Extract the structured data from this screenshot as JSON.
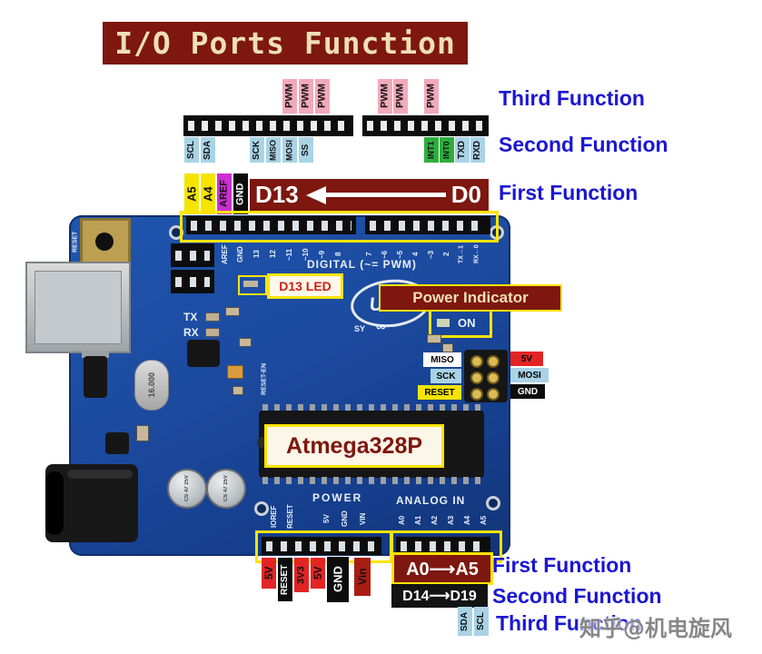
{
  "title": "I/O Ports Function",
  "legend": {
    "third_top": "Third Function",
    "second_top": "Second Function",
    "first_top": "First Function",
    "first_bottom": "First Function",
    "second_bottom": "Second Function",
    "third_bottom": "Third Function"
  },
  "top": {
    "pwm": [
      "PWM",
      "PWM",
      "PWM",
      "PWM",
      "PWM",
      "PWM"
    ],
    "scl": "SCL",
    "sda": "SDA",
    "spi": [
      "SCK",
      "MISO",
      "MOSI",
      "SS"
    ],
    "int": [
      "INT1",
      "INT0"
    ],
    "serial": [
      "TXD",
      "RXD"
    ],
    "alias": [
      "A5",
      "A4"
    ],
    "aref": "AREF",
    "gnd": "GND",
    "d_from": "D13",
    "d_to": "D0"
  },
  "board": {
    "reset_silk": "RESET",
    "digital_left": [
      "AREF",
      "GND",
      "13",
      "12",
      "~11",
      "~10",
      "~9",
      "8"
    ],
    "digital_right": [
      "7",
      "~6",
      "~5",
      "4",
      "~3",
      "2",
      "TX→1",
      "RX←0"
    ],
    "digital_title": "DIGITAL (~= PWM)",
    "d13_led": "D13 LED",
    "tx": "TX",
    "rx": "RX",
    "uno": "UNO",
    "sy": "SY",
    "infinity": "∞",
    "power_indicator": "Power Indicator",
    "on": "ON",
    "reset_en": "RESET-EN",
    "crystal": "16.000",
    "icsp_left": [
      "MISO",
      "SCK",
      "RESET"
    ],
    "icsp_right": [
      "5V",
      "MOSI",
      "GND"
    ],
    "atmega": "Atmega328P",
    "cap": "CS 47 25V",
    "power_title": "POWER",
    "power_tall": [
      "IOREF",
      "RESET"
    ],
    "power_small": [
      "5V",
      "GND",
      "VIN"
    ],
    "analog_title": "ANALOG IN",
    "analog_pins": [
      "A0",
      "A1",
      "A2",
      "A3",
      "A4",
      "A5"
    ]
  },
  "bottom": {
    "power_tags": [
      "5V",
      "RESET",
      "3V3",
      "5V",
      "GND",
      "Vin"
    ],
    "analog_band": "A0⟶A5",
    "digital_band": "D14⟶D19",
    "sda": "SDA",
    "scl": "SCL"
  },
  "watermark": "知乎@机电旋风",
  "colors": {
    "board_blue": "#1c4a9e",
    "accent_yellow": "#ffe400",
    "dark_red": "#7d170f",
    "function_blue": "#1b16d1",
    "pwm_pink": "#f2a9bb",
    "label_blue": "#a9d3e6",
    "int_green": "#2fae3e",
    "tag_yellow": "#f5e400",
    "aref_magenta": "#cc2fd0",
    "tag_red": "#e32424"
  }
}
